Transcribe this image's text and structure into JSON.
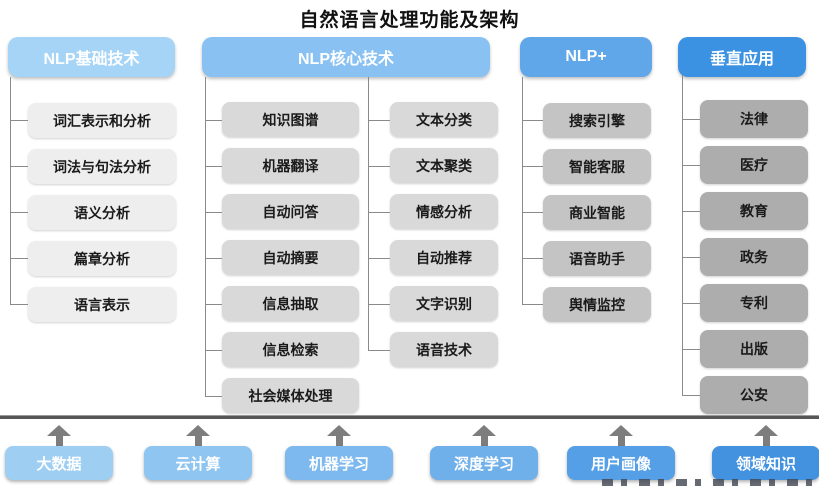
{
  "title": "自然语言处理功能及架构",
  "columns": [
    {
      "header": "NLP基础技术",
      "items": [
        "词汇表示和分析",
        "词法与句法分析",
        "语义分析",
        "篇章分析",
        "语言表示"
      ]
    },
    {
      "header": "NLP核心技术",
      "items_left": [
        "知识图谱",
        "机器翻译",
        "自动问答",
        "自动摘要",
        "信息抽取",
        "信息检索",
        "社会媒体处理"
      ],
      "items_right": [
        "文本分类",
        "文本聚类",
        "情感分析",
        "自动推荐",
        "文字识别",
        "语音技术"
      ]
    },
    {
      "header": "NLP+",
      "items": [
        "搜索引擎",
        "智能客服",
        "商业智能",
        "语音助手",
        "舆情监控"
      ]
    },
    {
      "header": "垂直应用",
      "items": [
        "法律",
        "医疗",
        "教育",
        "政务",
        "专利",
        "出版",
        "公安"
      ]
    }
  ],
  "foundation": [
    "大数据",
    "云计算",
    "机器学习",
    "深度学习",
    "用户画像",
    "领域知识"
  ],
  "colors": {
    "headers": [
      "#a6d4f6",
      "#89c1f2",
      "#60a7e9",
      "#3b91e2"
    ],
    "column_boxes": [
      "#eeeeee",
      "#d9d9d9",
      "#c4c4c4",
      "#adadad"
    ],
    "foundation_boxes": [
      "#9fcef3",
      "#8fc5f1",
      "#7db9ee",
      "#6fb0ea",
      "#559fe6",
      "#4392e0"
    ],
    "connector": "#8a8a8a",
    "divider": "#565656",
    "arrow": "#7d7d7d",
    "header_text": "#ffffff",
    "box_text": "#1a1a1a",
    "title_text": "#111111"
  }
}
